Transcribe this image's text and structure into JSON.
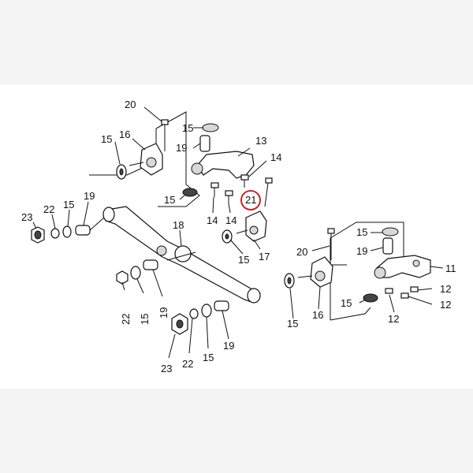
{
  "highlight_color": "#c0282d",
  "callouts": {
    "c20a": "20",
    "c15a": "15",
    "c16a": "16",
    "c19a": "19",
    "c13": "13",
    "c15b": "15",
    "c14a": "14",
    "c15c": "15",
    "c21": "21",
    "c14b": "14",
    "c14c": "14",
    "c23a": "23",
    "c22a": "22",
    "c15d": "15",
    "c19b": "19",
    "c18": "18",
    "c15e": "15",
    "c17": "17",
    "c20b": "20",
    "c15f": "15",
    "c19c": "19",
    "c11": "11",
    "c22b": "22",
    "c15g": "15",
    "c19d": "19",
    "c12a": "12",
    "c15h": "15",
    "c12b": "12",
    "c16b": "16",
    "c15i": "15",
    "c12c": "12",
    "c23b": "23",
    "c22c": "22",
    "c15j": "15",
    "c19e": "19"
  }
}
